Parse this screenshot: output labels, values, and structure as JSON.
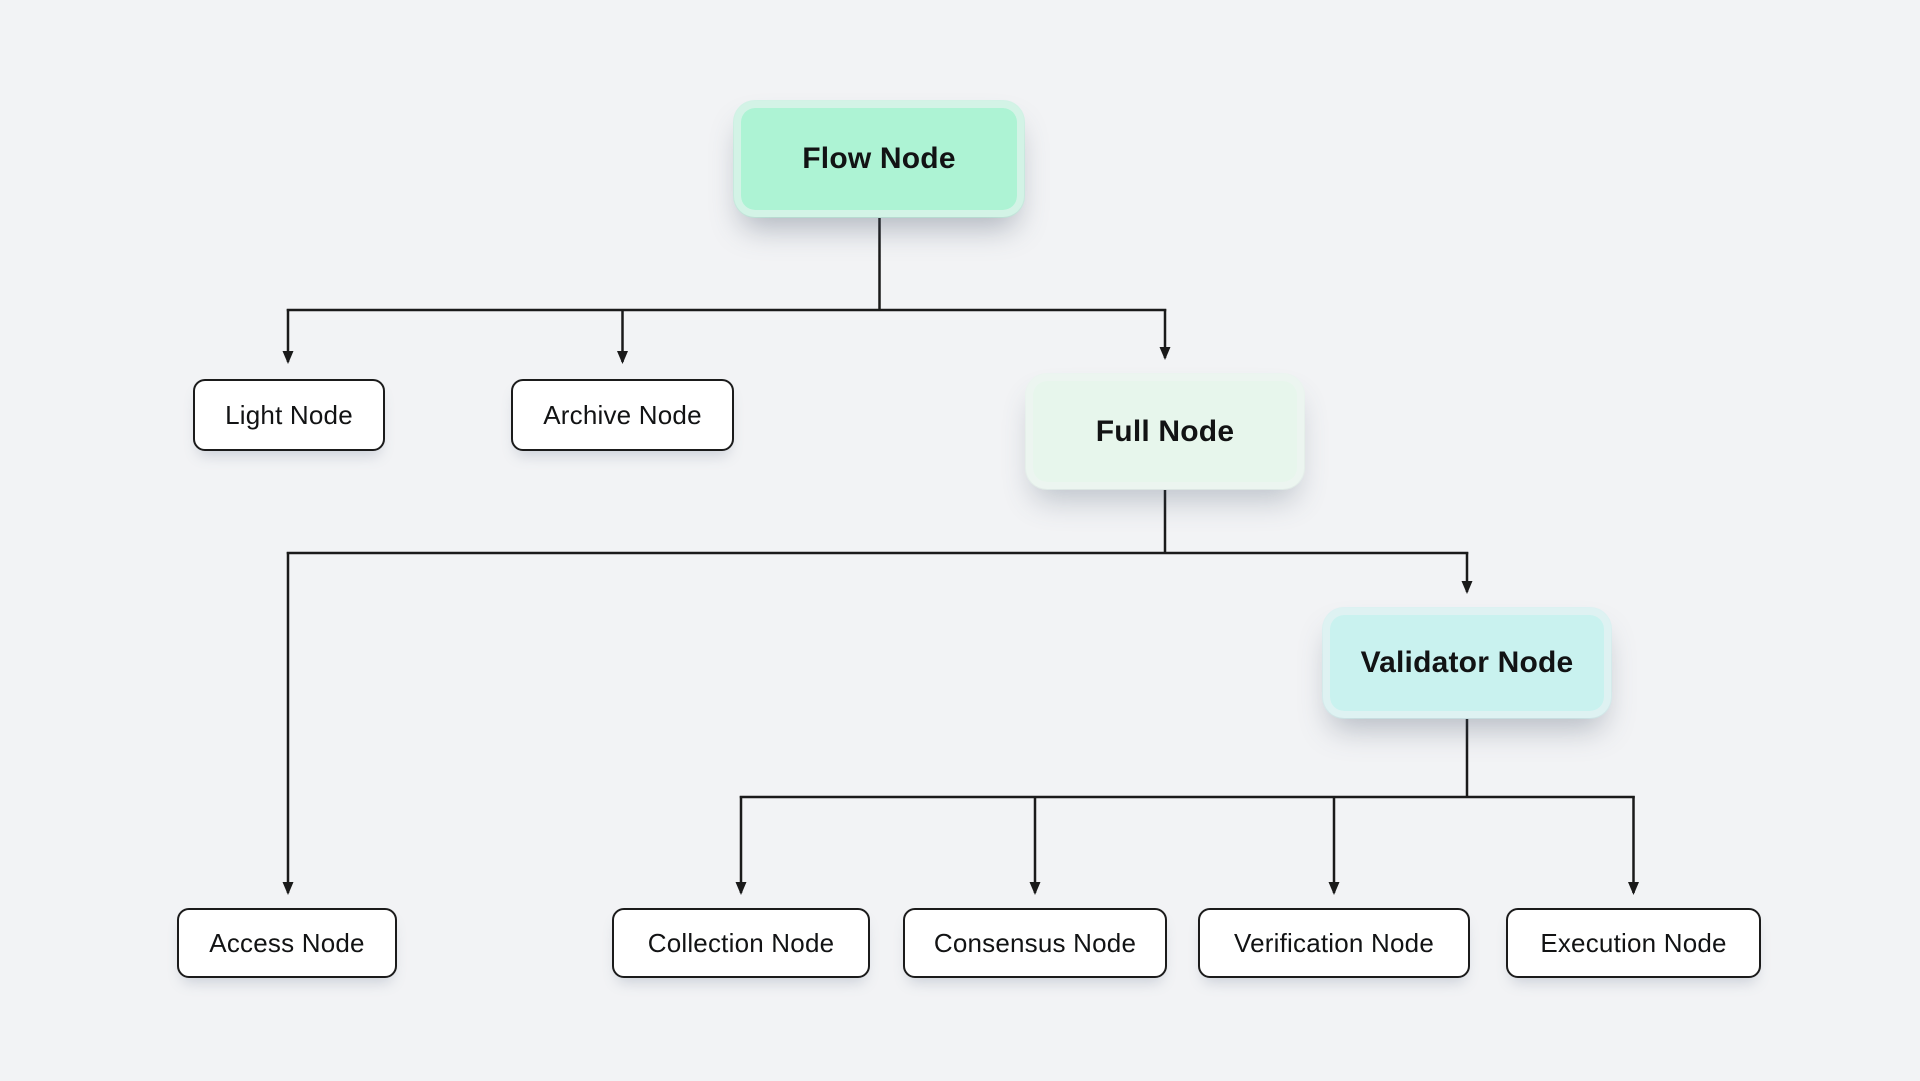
{
  "diagram": {
    "type": "hierarchy-flowchart",
    "nodes": {
      "flow": {
        "label": "Flow Node",
        "fill": "#adf3d4",
        "style": "accent"
      },
      "light": {
        "label": "Light Node",
        "fill": "#ffffff",
        "style": "plain"
      },
      "archive": {
        "label": "Archive Node",
        "fill": "#ffffff",
        "style": "plain"
      },
      "full": {
        "label": "Full Node",
        "fill": "#e7f6ec",
        "style": "accent"
      },
      "access": {
        "label": "Access Node",
        "fill": "#ffffff",
        "style": "plain"
      },
      "validator": {
        "label": "Validator Node",
        "fill": "#c9f2ef",
        "style": "accent"
      },
      "collection": {
        "label": "Collection Node",
        "fill": "#ffffff",
        "style": "plain"
      },
      "consensus": {
        "label": "Consensus Node",
        "fill": "#ffffff",
        "style": "plain"
      },
      "verification": {
        "label": "Verification Node",
        "fill": "#ffffff",
        "style": "plain"
      },
      "execution": {
        "label": "Execution Node",
        "fill": "#ffffff",
        "style": "plain"
      }
    },
    "edges": [
      {
        "from": "Flow Node",
        "to": "Light Node"
      },
      {
        "from": "Flow Node",
        "to": "Archive Node"
      },
      {
        "from": "Flow Node",
        "to": "Full Node"
      },
      {
        "from": "Full Node",
        "to": "Access Node"
      },
      {
        "from": "Full Node",
        "to": "Validator Node"
      },
      {
        "from": "Validator Node",
        "to": "Collection Node"
      },
      {
        "from": "Validator Node",
        "to": "Consensus Node"
      },
      {
        "from": "Validator Node",
        "to": "Verification Node"
      },
      {
        "from": "Validator Node",
        "to": "Execution Node"
      }
    ],
    "colors": {
      "background": "#f2f3f5",
      "line": "#1a1a1a",
      "text": "#121314",
      "flow_fill": "#adf3d4",
      "full_fill": "#e7f6ec",
      "validator_fill": "#c9f2ef",
      "child_fill": "#ffffff",
      "child_border": "#1b1b1b"
    }
  }
}
